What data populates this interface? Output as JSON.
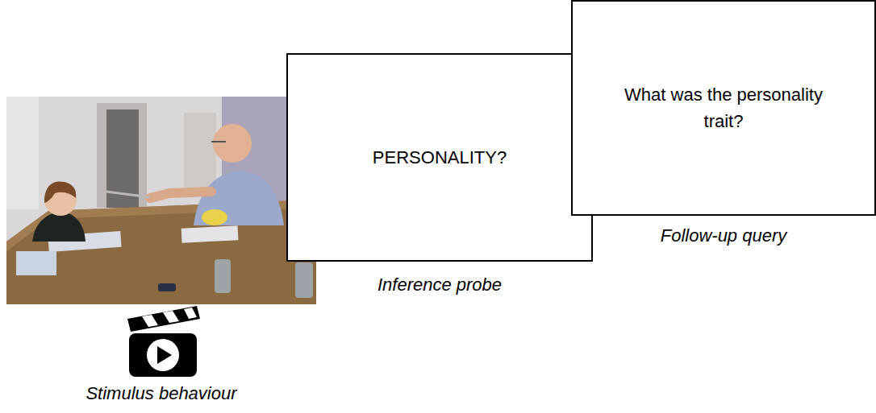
{
  "diagram": {
    "nodes": [
      {
        "text": [
          "PERSONALITY?",
          "Inference probe"
        ]
      },
      {
        "text": [
          "What was the personality trait?",
          "Follow-up query"
        ]
      }
    ],
    "labels": [
      "Stimulus behaviour"
    ]
  }
}
